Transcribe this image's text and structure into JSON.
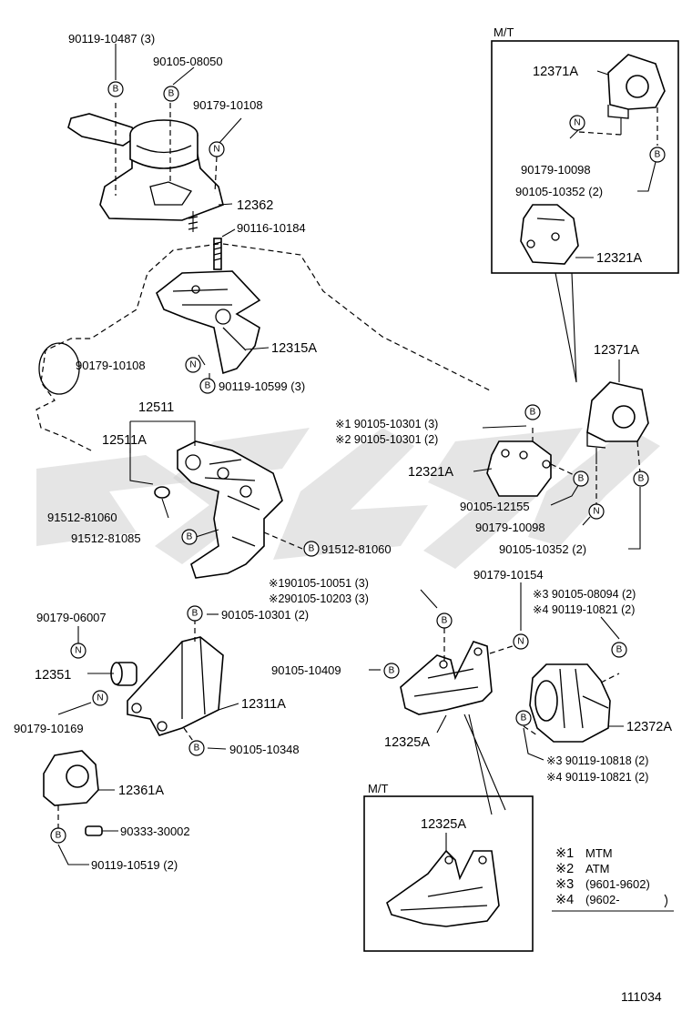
{
  "labels": {
    "p_90119_10487": "90119-10487 (3)",
    "p_90105_08050": "90105-08050",
    "p_90179_10108_a": "90179-10108",
    "p_12362": "12362",
    "p_90116_10184": "90116-10184",
    "p_12315A": "12315A",
    "p_90179_10108_b": "90179-10108",
    "p_90119_10599": "90119-10599 (3)",
    "p_12511": "12511",
    "p_12511A": "12511A",
    "p_91512_81060_a": "91512-81060",
    "p_91512_81085": "91512-81085",
    "p_91512_81060_b": "91512-81060",
    "p_mt_top": "M/T",
    "p_12371A_a": "12371A",
    "p_90179_10098_a": "90179-10098",
    "p_90105_10352_a": "90105-10352 (2)",
    "p_12321A_a": "12321A",
    "p_12371A_b": "12371A",
    "p_x1_90105_10301": "※1 90105-10301 (3)",
    "p_x2_90105_10301": "※2 90105-10301 (2)",
    "p_12321A_b": "12321A",
    "p_90105_12155": "90105-12155",
    "p_90179_10098_b": "90179-10098",
    "p_90105_10352_b": "90105-10352 (2)",
    "p_x1_90105_10051": "※190105-10051 (3)",
    "p_x2_90105_10203": "※290105-10203 (3)",
    "p_90179_10154": "90179-10154",
    "p_x3_90105_08094": "※3 90105-08094 (2)",
    "p_x4_90119_10821_a": "※4 90119-10821 (2)",
    "p_90179_06007": "90179-06007",
    "p_90105_10301": "90105-10301 (2)",
    "p_12351": "12351",
    "p_12311A": "12311A",
    "p_90179_10169": "90179-10169",
    "p_90105_10348": "90105-10348",
    "p_90105_10409": "90105-10409",
    "p_12325A_a": "12325A",
    "p_12372A": "12372A",
    "p_x3_90119_10818": "※3 90119-10818 (2)",
    "p_x4_90119_10821_b": "※4 90119-10821 (2)",
    "p_12361A": "12361A",
    "p_90333_30002": "90333-30002",
    "p_90119_10519": "90119-10519 (2)",
    "p_mt_bottom": "M/T",
    "p_12325A_b": "12325A"
  },
  "badges": {
    "B": "B",
    "N": "N"
  },
  "legend": [
    {
      "mark": "※1",
      "text": "MTM"
    },
    {
      "mark": "※2",
      "text": "ATM"
    },
    {
      "mark": "※3",
      "text": "(9601-9602)"
    },
    {
      "mark": "※4",
      "text": "(9602-"
    }
  ],
  "figure_number": "111034"
}
